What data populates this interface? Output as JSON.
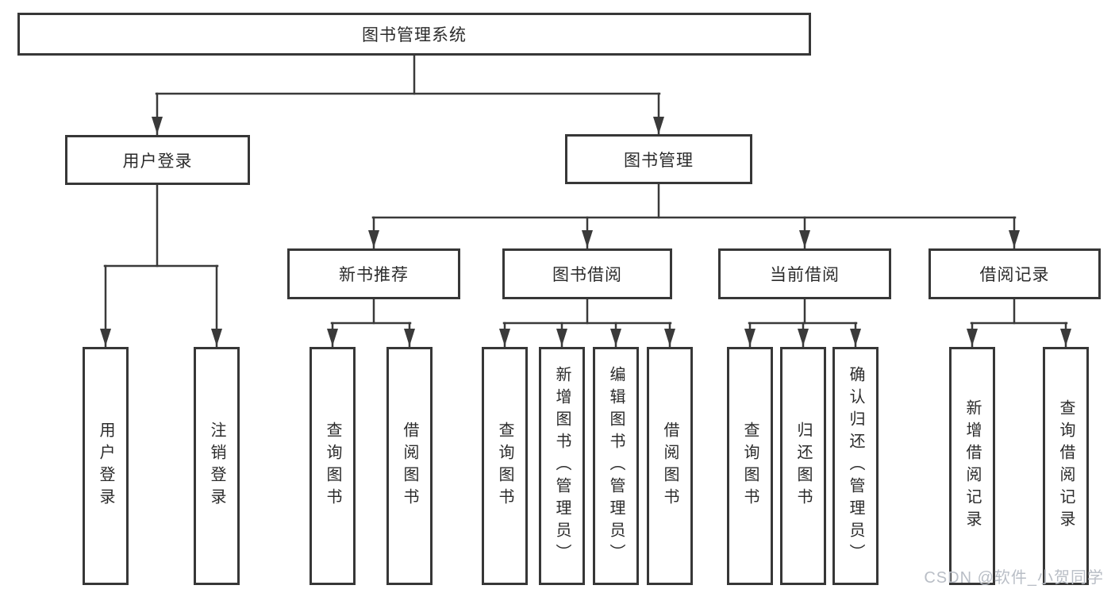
{
  "diagram": {
    "title_node": "图书管理系统",
    "tree": {
      "root": {
        "label": "图书管理系统"
      },
      "branches": [
        {
          "label": "用户登录",
          "leaves": [
            {
              "label": "用户登录"
            },
            {
              "label": "注销登录"
            }
          ]
        },
        {
          "label": "图书管理",
          "children": [
            {
              "label": "新书推荐",
              "leaves": [
                {
                  "label": "查询图书"
                },
                {
                  "label": "借阅图书"
                }
              ]
            },
            {
              "label": "图书借阅",
              "leaves": [
                {
                  "label": "查询图书"
                },
                {
                  "label": "新增图书（管理员）"
                },
                {
                  "label": "编辑图书（管理员）"
                },
                {
                  "label": "借阅图书"
                }
              ]
            },
            {
              "label": "当前借阅",
              "leaves": [
                {
                  "label": "查询图书"
                },
                {
                  "label": "归还图书"
                },
                {
                  "label": "确认归还（管理员）"
                }
              ]
            },
            {
              "label": "借阅记录",
              "leaves": [
                {
                  "label": "新增借阅记录"
                },
                {
                  "label": "查询借阅记录"
                }
              ]
            }
          ]
        }
      ]
    }
  },
  "watermark": {
    "text": "CSDN @软件_小贺同学"
  },
  "colors": {
    "line": "#3a3a3a",
    "box_border": "#373737",
    "text": "#2b2b2b",
    "background": "#ffffff",
    "watermark": "#b9bec6"
  }
}
